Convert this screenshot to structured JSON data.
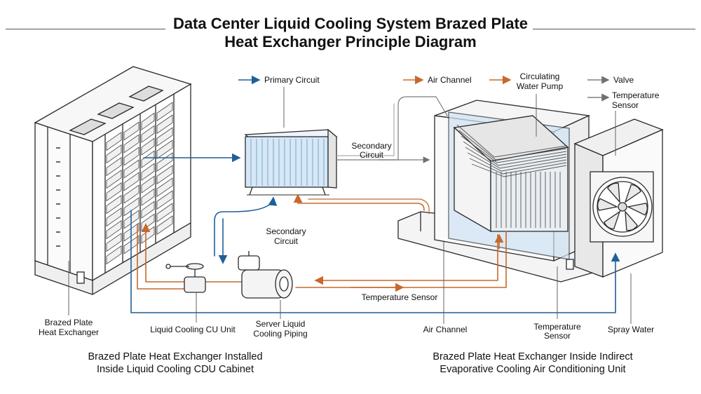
{
  "title": {
    "line1": "Data Center Liquid Cooling System Brazed Plate",
    "line2": "Heat Exchanger Principle Diagram"
  },
  "legend": {
    "primary_circuit": "Primary Circuit",
    "air_channel": "Air Channel",
    "circulating_pump_1": "Circulating",
    "circulating_pump_2": "Water Pump",
    "valve": "Valve",
    "temp_sensor_1": "Temperature",
    "temp_sensor_2": "Sensor"
  },
  "labels": {
    "secondary_circuit_top_1": "Secondary",
    "secondary_circuit_top_2": "Circuit",
    "secondary_circuit_mid_1": "Secondary",
    "secondary_circuit_mid_2": "Circuit",
    "temperature_sensor_pipe": "Temperature Sensor",
    "brazed_plate_hx_1": "Brazed Plate",
    "brazed_plate_hx_2": "Heat Exchanger",
    "liquid_cooling_cu": "Liquid Cooling CU Unit",
    "server_piping_1": "Server Liquid",
    "server_piping_2": "Cooling Piping",
    "air_channel_bottom": "Air Channel",
    "temp_sensor_bottom_1": "Temperature",
    "temp_sensor_bottom_2": "Sensor",
    "spray_water": "Spray Water"
  },
  "captions": {
    "left_1": "Brazed Plate Heat Exchanger Installed",
    "left_2": "Inside Liquid Cooling CDU Cabinet",
    "right_1": "Brazed Plate Heat Exchanger Inside Indirect",
    "right_2": "Evaporative Cooling Air Conditioning Unit"
  },
  "colors": {
    "primary": "#1f5f99",
    "secondary": "#c8682a",
    "line": "#2a2a2a",
    "grey_arrow": "#808080",
    "hx_fill": "#d6e8f7",
    "channel_fill": "#cfe3f5"
  },
  "icons": [
    "fan-icon",
    "valve-icon",
    "pump-icon",
    "arrow-icon"
  ]
}
